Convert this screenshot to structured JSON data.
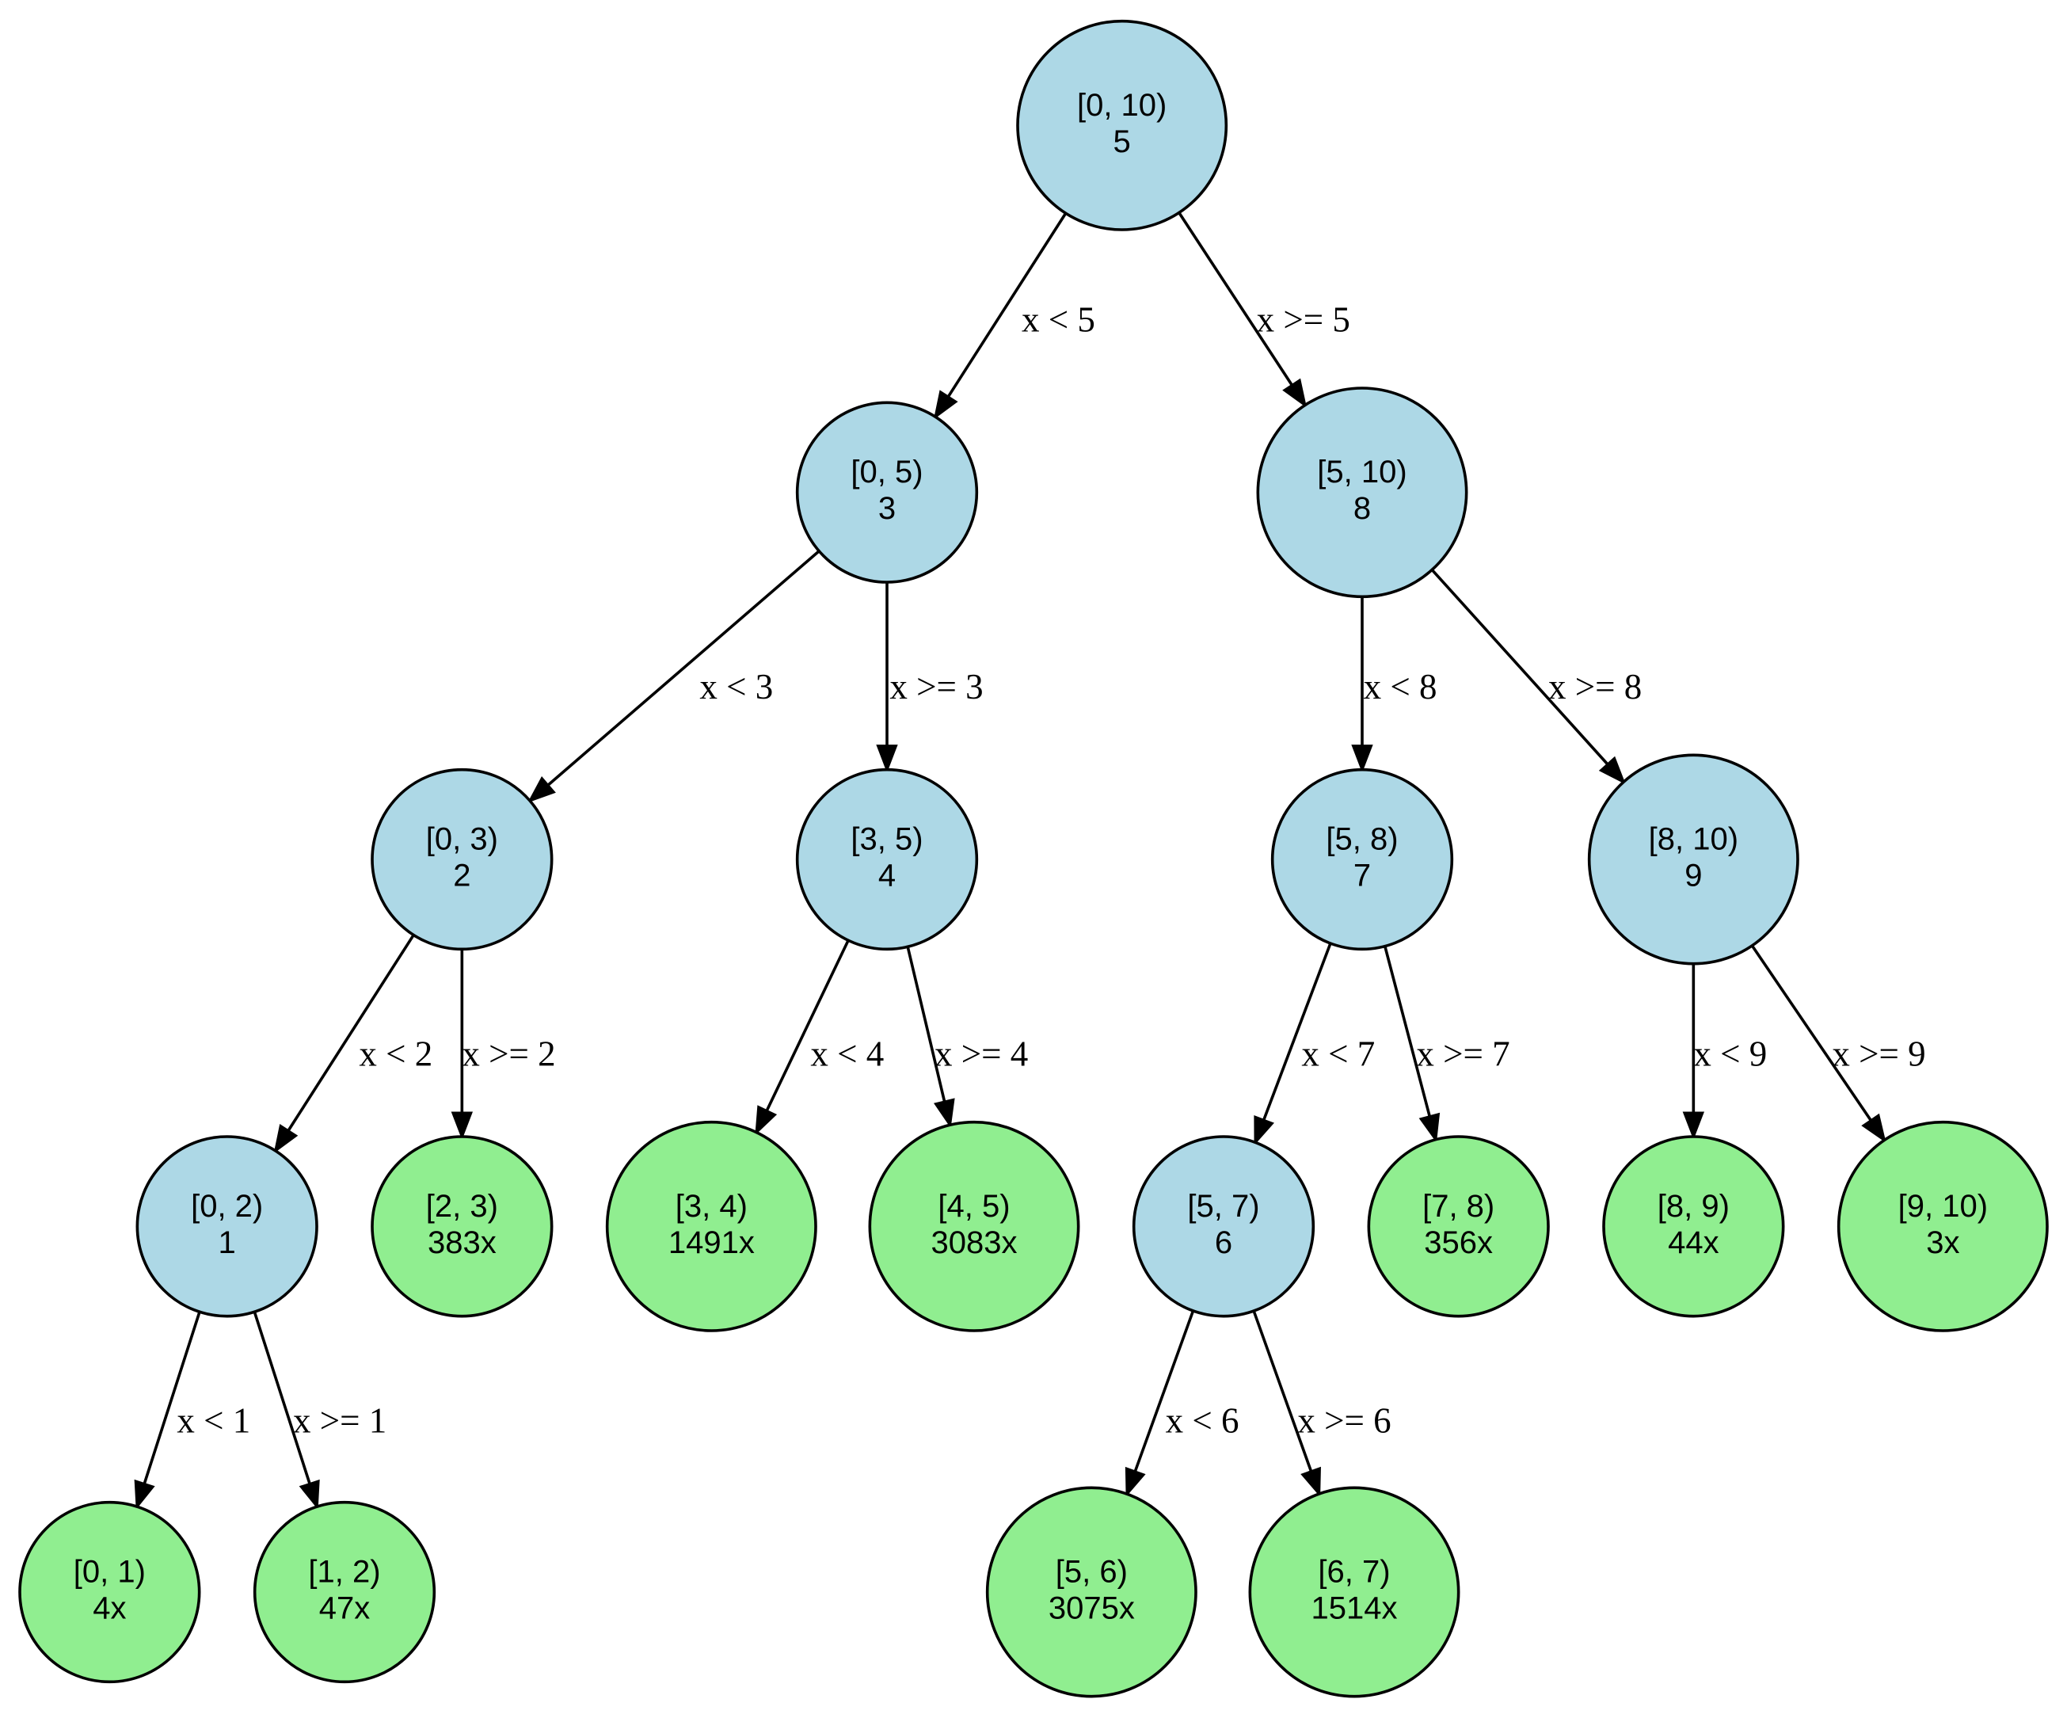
{
  "colors": {
    "internal": "#add8e6",
    "leaf": "#90ee90",
    "stroke": "#000000"
  },
  "nodes": [
    {
      "id": "n0",
      "kind": "internal",
      "range": "[0, 10)",
      "value": "5"
    },
    {
      "id": "n1",
      "kind": "internal",
      "range": "[0, 5)",
      "value": "3"
    },
    {
      "id": "n2",
      "kind": "internal",
      "range": "[5, 10)",
      "value": "8"
    },
    {
      "id": "n3",
      "kind": "internal",
      "range": "[0, 3)",
      "value": "2"
    },
    {
      "id": "n4",
      "kind": "internal",
      "range": "[3, 5)",
      "value": "4"
    },
    {
      "id": "n5",
      "kind": "internal",
      "range": "[5, 8)",
      "value": "7"
    },
    {
      "id": "n6",
      "kind": "internal",
      "range": "[8, 10)",
      "value": "9"
    },
    {
      "id": "n7",
      "kind": "internal",
      "range": "[0, 2)",
      "value": "1"
    },
    {
      "id": "n8",
      "kind": "leaf",
      "range": "[2, 3)",
      "value": "383x"
    },
    {
      "id": "n9",
      "kind": "leaf",
      "range": "[3, 4)",
      "value": "1491x"
    },
    {
      "id": "n10",
      "kind": "leaf",
      "range": "[4, 5)",
      "value": "3083x"
    },
    {
      "id": "n11",
      "kind": "internal",
      "range": "[5, 7)",
      "value": "6"
    },
    {
      "id": "n12",
      "kind": "leaf",
      "range": "[7, 8)",
      "value": "356x"
    },
    {
      "id": "n13",
      "kind": "leaf",
      "range": "[8, 9)",
      "value": "44x"
    },
    {
      "id": "n14",
      "kind": "leaf",
      "range": "[9, 10)",
      "value": "3x"
    },
    {
      "id": "n15",
      "kind": "leaf",
      "range": "[0, 1)",
      "value": "4x"
    },
    {
      "id": "n16",
      "kind": "leaf",
      "range": "[1, 2)",
      "value": "47x"
    },
    {
      "id": "n17",
      "kind": "leaf",
      "range": "[5, 6)",
      "value": "3075x"
    },
    {
      "id": "n18",
      "kind": "leaf",
      "range": "[6, 7)",
      "value": "1514x"
    }
  ],
  "edges": [
    {
      "from": "n0",
      "to": "n1",
      "label": "x < 5"
    },
    {
      "from": "n0",
      "to": "n2",
      "label": "x >= 5"
    },
    {
      "from": "n1",
      "to": "n3",
      "label": "x < 3"
    },
    {
      "from": "n1",
      "to": "n4",
      "label": "x >= 3"
    },
    {
      "from": "n2",
      "to": "n5",
      "label": "x < 8"
    },
    {
      "from": "n2",
      "to": "n6",
      "label": "x >= 8"
    },
    {
      "from": "n3",
      "to": "n7",
      "label": "x < 2"
    },
    {
      "from": "n3",
      "to": "n8",
      "label": "x >= 2"
    },
    {
      "from": "n4",
      "to": "n9",
      "label": "x < 4"
    },
    {
      "from": "n4",
      "to": "n10",
      "label": "x >= 4"
    },
    {
      "from": "n5",
      "to": "n11",
      "label": "x < 7"
    },
    {
      "from": "n5",
      "to": "n12",
      "label": "x >= 7"
    },
    {
      "from": "n6",
      "to": "n13",
      "label": "x < 9"
    },
    {
      "from": "n6",
      "to": "n14",
      "label": "x >= 9"
    },
    {
      "from": "n7",
      "to": "n15",
      "label": "x < 1"
    },
    {
      "from": "n7",
      "to": "n16",
      "label": "x >= 1"
    },
    {
      "from": "n11",
      "to": "n17",
      "label": "x < 6"
    },
    {
      "from": "n11",
      "to": "n18",
      "label": "x >= 6"
    }
  ]
}
